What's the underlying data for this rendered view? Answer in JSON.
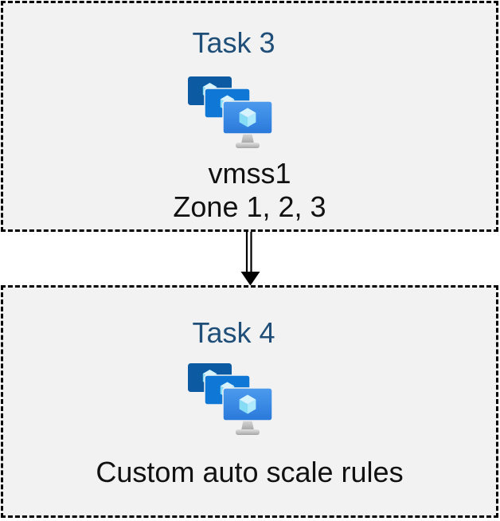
{
  "diagram": {
    "background": "#ffffff",
    "box_fill": "#f1f2f1",
    "box_border_color": "#000000",
    "box_border_style": "dashed"
  },
  "colors": {
    "heading_text": "#1f4e79",
    "body_text": "#111111",
    "arrow": "#000000",
    "icon": {
      "monitor_back": "#0b5aa2",
      "monitor_middle": "#0f78d7",
      "monitor_front_top": "#4c9bee",
      "monitor_front_bottom": "#2a79db",
      "cube_top": "#d6f3ff",
      "cube_left": "#86dcf5",
      "cube_right": "#aee9fc",
      "stand_top": "#e0e0e0",
      "stand_bottom": "#a6a6a6"
    }
  },
  "tasks": [
    {
      "title": "Task 3",
      "icon": "vm-scale-sets-icon",
      "caption_line1": "vmss1",
      "caption_line2": "Zone 1, 2, 3"
    },
    {
      "title": "Task 4",
      "icon": "vm-scale-sets-icon",
      "caption_line1": "Custom auto scale rules"
    }
  ],
  "connector": {
    "type": "double-line-arrow",
    "direction": "down"
  }
}
